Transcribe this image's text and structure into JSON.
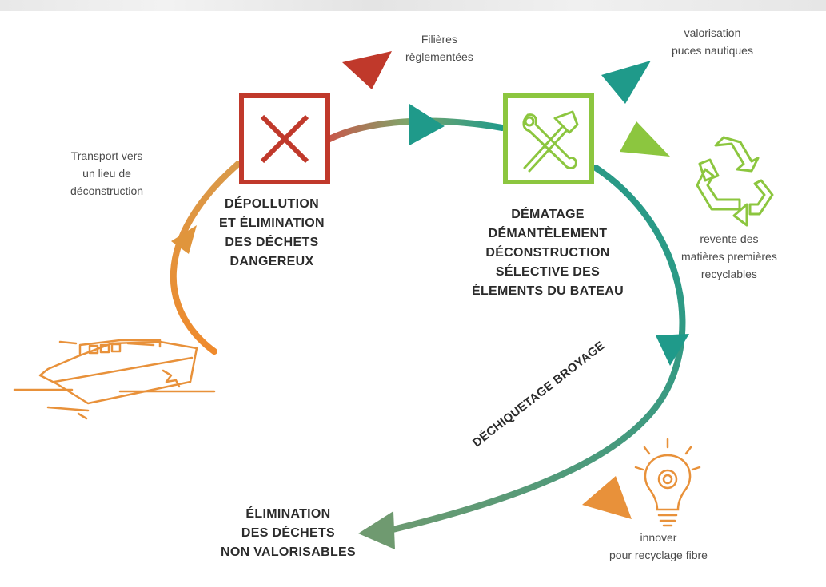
{
  "labels": {
    "transport": [
      "Transport vers",
      "un lieu de",
      "déconstruction"
    ],
    "filieres": [
      "Filières",
      "règlementées"
    ],
    "valorisation": [
      "valorisation",
      "puces nautiques"
    ],
    "revente": [
      "revente des",
      "matières premières",
      "recyclables"
    ],
    "innover": [
      "innover",
      "pour recyclage fibre"
    ]
  },
  "headings": {
    "depollution": [
      "DÉPOLLUTION",
      "ET ÉLIMINATION",
      "DES DÉCHETS",
      "DANGEREUX"
    ],
    "dematage": [
      "DÉMATAGE",
      "DÉMANTÈLEMENT",
      "DÉCONSTRUCTION",
      "SÉLECTIVE DES",
      "ÉLEMENTS DU BATEAU"
    ],
    "dechiquetage": "DÉCHIQUETAGE BROYAGE",
    "elimination": [
      "ÉLIMINATION",
      "DES DÉCHETS",
      "NON VALORISABLES"
    ]
  },
  "colors": {
    "orange": "#e8913a",
    "red": "#c0392b",
    "teal": "#1f9a8a",
    "green": "#8cc63f",
    "olive_green": "#5f8f6e",
    "text": "#2b2b2b"
  },
  "icons": {
    "boat": "boat-icon",
    "cross": "cross-icon",
    "tools": "tools-icon",
    "recycle": "recycle-icon",
    "bulb": "lightbulb-gear-icon"
  }
}
